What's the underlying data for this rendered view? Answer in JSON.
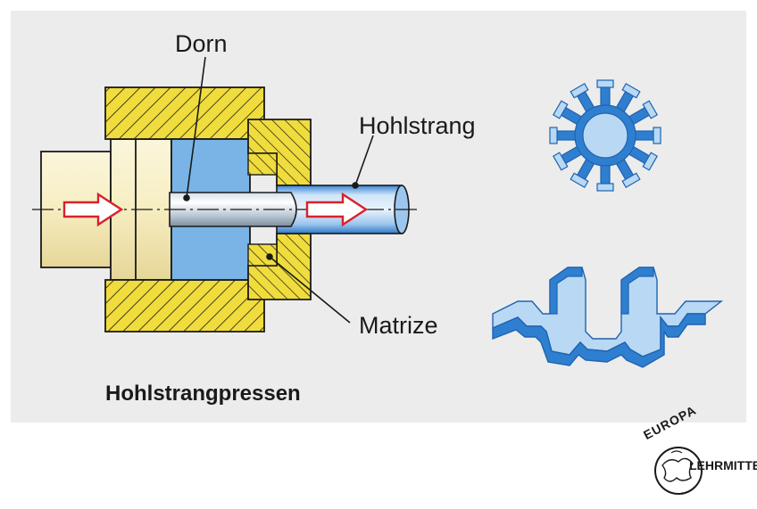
{
  "labels": {
    "dorn": "Dorn",
    "hohlstrang": "Hohlstrang",
    "matrize": "Matrize"
  },
  "title": "Hohlstrangpressen",
  "logo": {
    "top_text": "EUROPA",
    "bottom_text": "LEHRMITTEL"
  },
  "colors": {
    "background_panel": "#ececec",
    "die_yellow": "#f0dc3c",
    "ram_beige": "#f7efc4",
    "billet_blue": "#7ab4e6",
    "profile_blue": "#2f7fd0",
    "profile_light": "#b8d8f4",
    "arrow_red": "#d8222a"
  },
  "icons": [
    "arrow-right-icon",
    "arrow-right-icon",
    "europa-lehrmittel-logo"
  ]
}
